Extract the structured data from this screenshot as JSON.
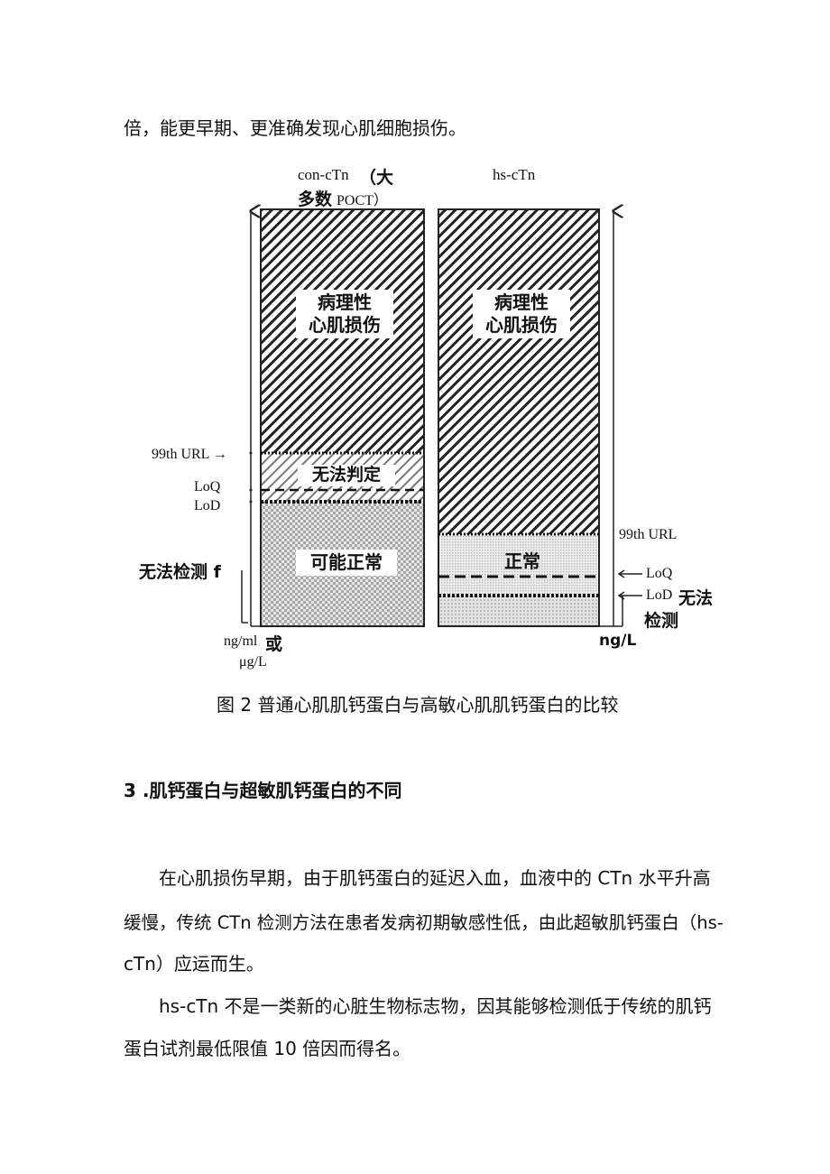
{
  "intro_line": "倍，能更早期、更准确发现心肌细胞损伤。",
  "figure": {
    "left_title_a": "con-cTn",
    "left_title_b": "（大",
    "left_title_c": "多数",
    "left_title_d": "POCT）",
    "right_title": "hs-cTn",
    "left_col": {
      "top_label_1": "病理性",
      "top_label_2": "心肌损伤",
      "mid_label": "无法判定",
      "bottom_label": "可能正常",
      "url_label": "99th URL →",
      "loq_label": "LoQ",
      "lod_label": "LoD",
      "undetect_label": "无法检测 f",
      "unit_1": "ng/ml",
      "unit_or": "或",
      "unit_2": "μg/L"
    },
    "right_col": {
      "top_label_1": "病理性",
      "top_label_2": "心肌损伤",
      "normal_label": "正常",
      "url_label": "99th URL",
      "loq_label": "LoQ",
      "lod_label": "LoD",
      "undetect_1": "无法",
      "undetect_2": "检测",
      "unit": "ng/L"
    },
    "caption": "图 2 普通心肌肌钙蛋白与高敏心肌肌钙蛋白的比较"
  },
  "section_heading": "3  .肌钙蛋白与超敏肌钙蛋白的不同",
  "paragraphs": {
    "p1_line1": "在心肌损伤早期，由于肌钙蛋白的延迟入血，血液中的 CTn 水平升高",
    "p1_line2": "缓慢，传统 CTn 检测方法在患者发病初期敏感性低，由此超敏肌钙蛋白（hs-",
    "p1_line3": "cTn）应运而生。",
    "p2_line1": "hs-cTn 不是一类新的心脏生物标志物，因其能够检测低于传统的肌钙",
    "p2_line2": "蛋白试剂最低限值 10 倍因而得名。"
  }
}
